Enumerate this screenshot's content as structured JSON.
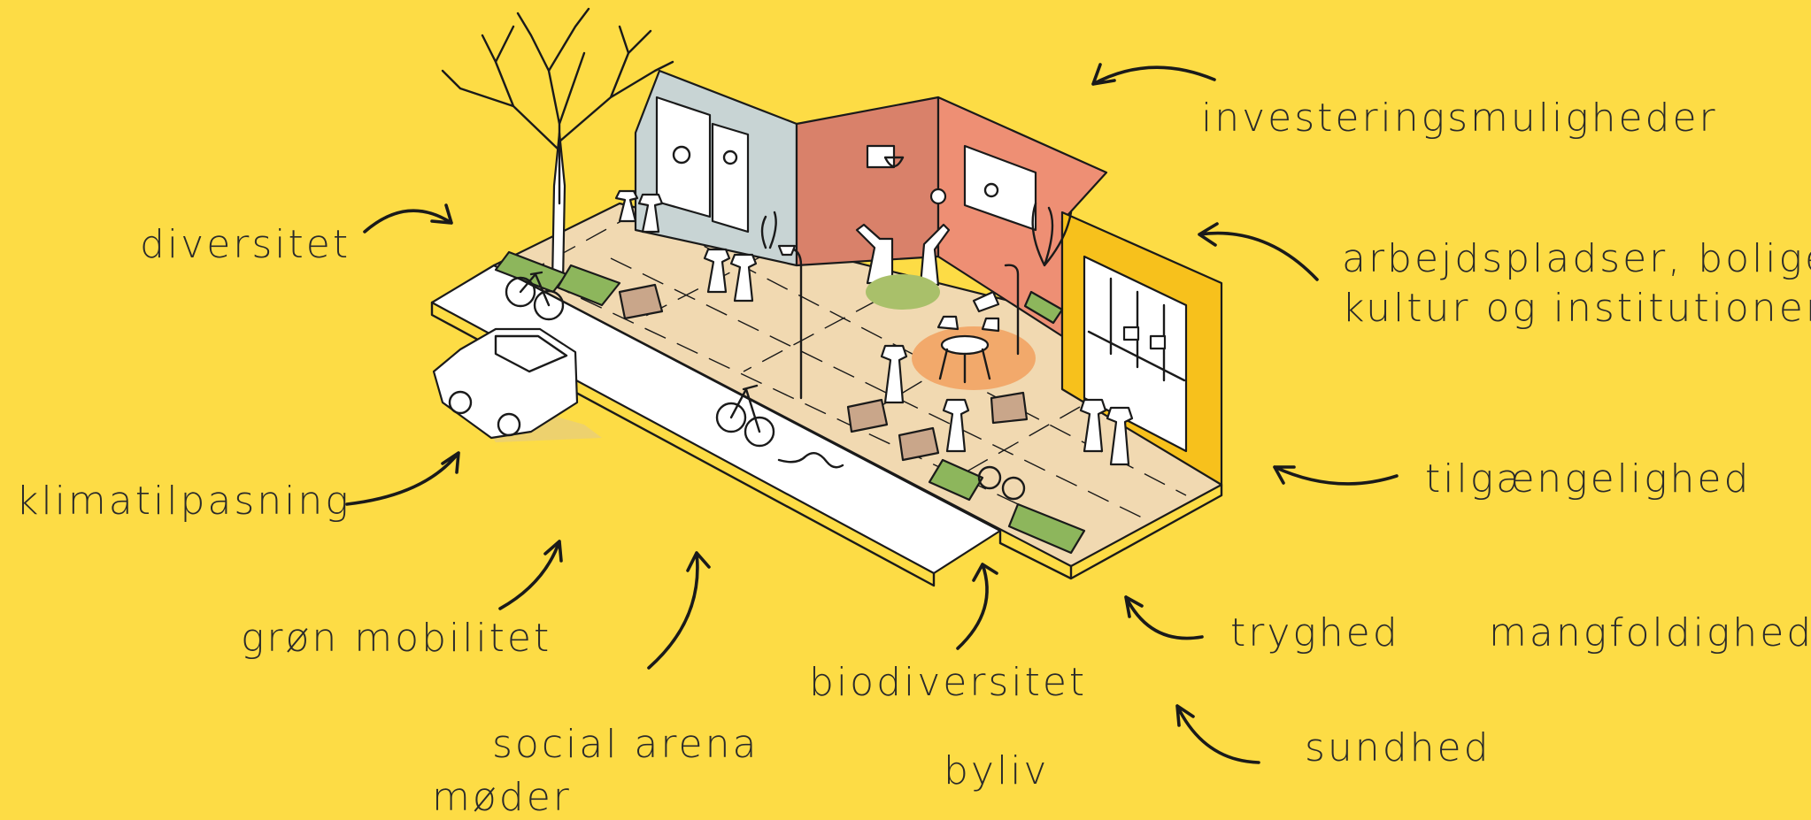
{
  "colors": {
    "background": "#FDDC45",
    "pavement": "#F1D9B1",
    "street": "#FFFFFF",
    "building_grey": "#C8D4D4",
    "building_terracotta": "#D9816A",
    "building_salmon": "#EE8F74",
    "building_orange": "#F7C11C",
    "greenery": "#8DB65C",
    "ink": "#1a1a1a"
  },
  "labels": {
    "investeringsmuligheder": "investeringsmuligheder",
    "diversitet": "diversitet",
    "arbejdspladser_line1": "arbejdspladser, boliger,",
    "arbejdspladser_line2": "kultur og institutioner",
    "klimatilpasning": "klimatilpasning",
    "tilgaengelighed": "tilgængelighed",
    "gron_mobilitet": "grøn mobilitet",
    "tryghed": "tryghed",
    "mangfoldighed": "mangfoldighed",
    "biodiversitet": "biodiversitet",
    "social_arena": "social arena",
    "sundhed": "sundhed",
    "byliv": "byliv",
    "moder": "møder"
  },
  "icons": [
    "tree-icon",
    "bicycle-icon",
    "car-icon",
    "person-icon",
    "streetlamp-icon",
    "plant-icon",
    "cafe-table-icon",
    "curved-arrow-icon"
  ]
}
